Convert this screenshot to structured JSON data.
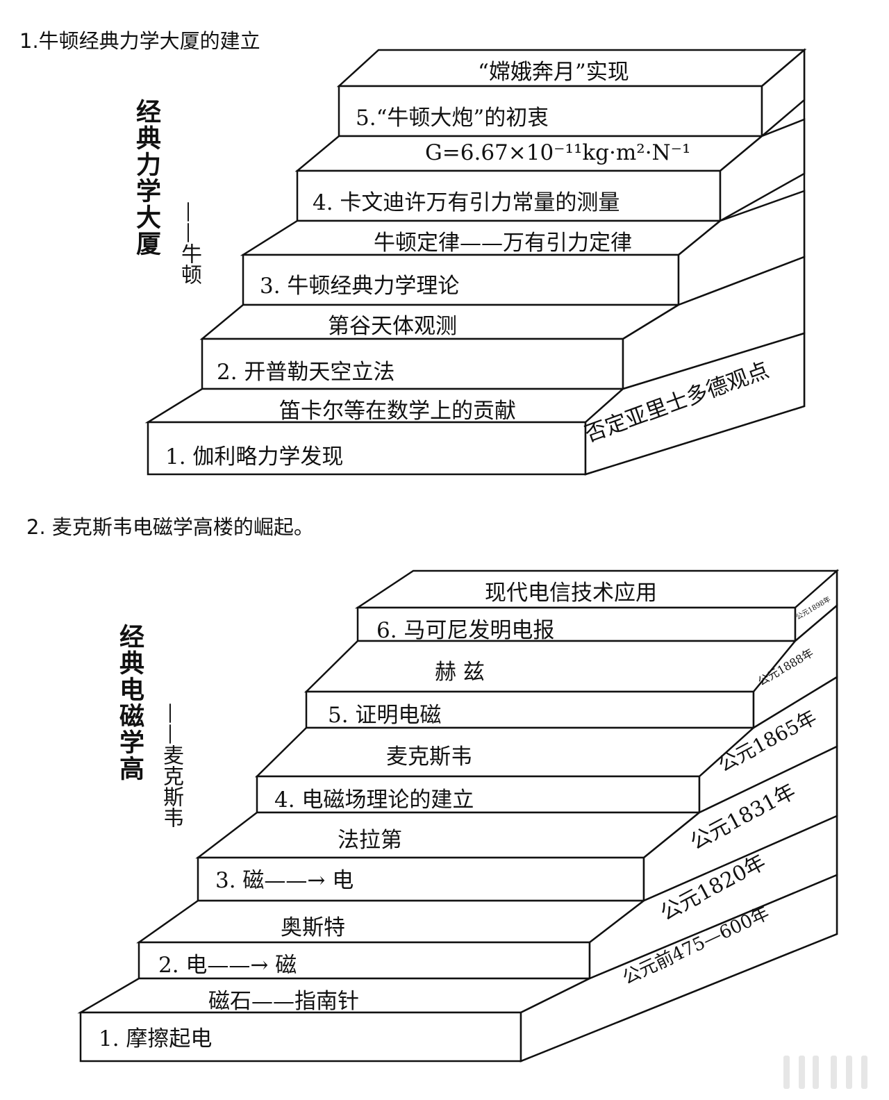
{
  "section1": {
    "title": "1.牛顿经典力学大厦的建立",
    "side_title": "经典力学大厦",
    "side_author": "——牛顿",
    "steps": [
      {
        "label": "1. 伽利略力学发现",
        "tread": "笛卡尔等在数学上的贡献"
      },
      {
        "label": "2. 开普勒天空立法",
        "tread": "第谷天体观测"
      },
      {
        "label": "3. 牛顿经典力学理论",
        "tread": "牛顿定律——万有引力定律"
      },
      {
        "label": "4. 卡文迪许万有引力常量的测量",
        "tread": "G=6.67×10⁻¹¹kg·m²·N⁻¹"
      },
      {
        "label": "5.“牛顿大炮”的初衷",
        "tread": "“嫦娥奔月”实现"
      }
    ],
    "side_note": "否定亚里士多德观点"
  },
  "section2": {
    "title": "2. 麦克斯韦电磁学高楼的崛起。",
    "side_title": "经典电磁学高",
    "side_author": "——麦克斯韦",
    "steps": [
      {
        "label": "1. 摩擦起电",
        "tread": "磁石——指南针"
      },
      {
        "label": "2. 电——→ 磁",
        "tread": "奥斯特"
      },
      {
        "label": "3. 磁——→ 电",
        "tread": "法拉第"
      },
      {
        "label": "4. 电磁场理论的建立",
        "tread": "麦克斯韦"
      },
      {
        "label": "5. 证明电磁",
        "tread": "赫 兹"
      },
      {
        "label": "6. 马可尼发明电报",
        "tread": "现代电信技术应用"
      }
    ],
    "dates": [
      "公元前475—600年",
      "公元1820年",
      "公元1831年",
      "公元1865年",
      "公元1888年",
      "公元1898年"
    ]
  }
}
